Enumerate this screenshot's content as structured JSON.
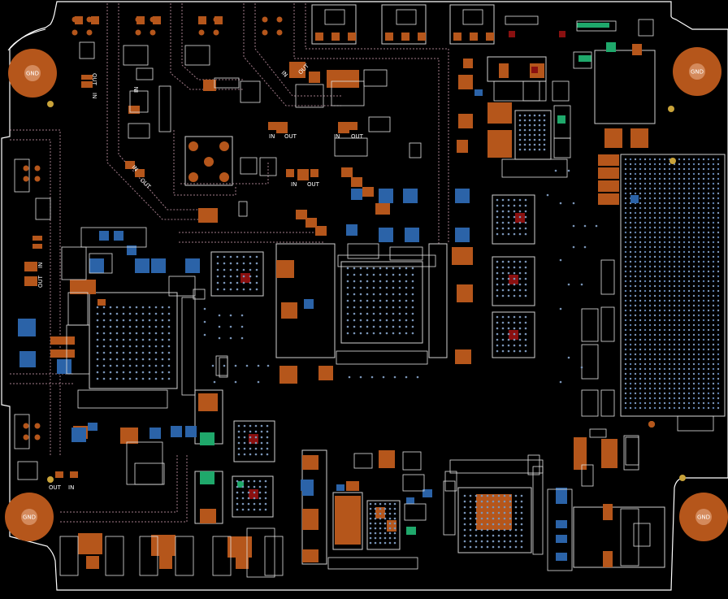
{
  "board": {
    "mounting_hole_label": "GND",
    "colors": {
      "background": "#000000",
      "outline": "#ffffff",
      "copper": "#b5561b",
      "blue_pad": "#2b63a8",
      "green_pad": "#1fa86b",
      "red_pad": "#a01010",
      "trace": "#d9a5b8",
      "via": "#6e8fb5"
    }
  },
  "labels": {
    "in": "IN",
    "out": "OUT"
  }
}
